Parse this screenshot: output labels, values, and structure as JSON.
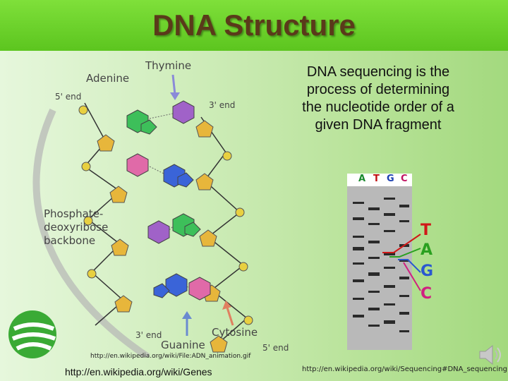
{
  "title": "DNA Structure",
  "figure": {
    "adenine": "Adenine",
    "thymine": "Thymine",
    "guanine": "Guanine",
    "cytosine": "Cytosine",
    "backbone": [
      "Phosphate-",
      "deoxyribose",
      "backbone"
    ],
    "five_end_top": "5' end",
    "three_end_top": "3' end",
    "three_end_bottom": "3' end",
    "five_end_bottom": "5' end"
  },
  "description": "DNA sequencing is the process of determining the nucleotide order of a given DNA fragment",
  "gel": {
    "lanes": [
      {
        "label": "A",
        "color": "#1b8a2e"
      },
      {
        "label": "T",
        "color": "#c01010"
      },
      {
        "label": "G",
        "color": "#1a3fb0"
      },
      {
        "label": "C",
        "color": "#c01060"
      }
    ],
    "read_bases": [
      {
        "label": "T",
        "color": "#d01818"
      },
      {
        "label": "A",
        "color": "#2aa020"
      },
      {
        "label": "G",
        "color": "#2a58d0"
      },
      {
        "label": "C",
        "color": "#d02080"
      }
    ]
  },
  "sources": {
    "animation": "http://en.wikipedia.org/wiki/File:ADN_animation.gif",
    "genes": "http://en.wikipedia.org/wiki/Genes",
    "sequencing": "http://en.wikipedia.org/wiki/Sequencing#DNA_sequencing"
  },
  "colors": {
    "title_text": "#5a3a1a",
    "title_bar": "#6fd32c"
  }
}
